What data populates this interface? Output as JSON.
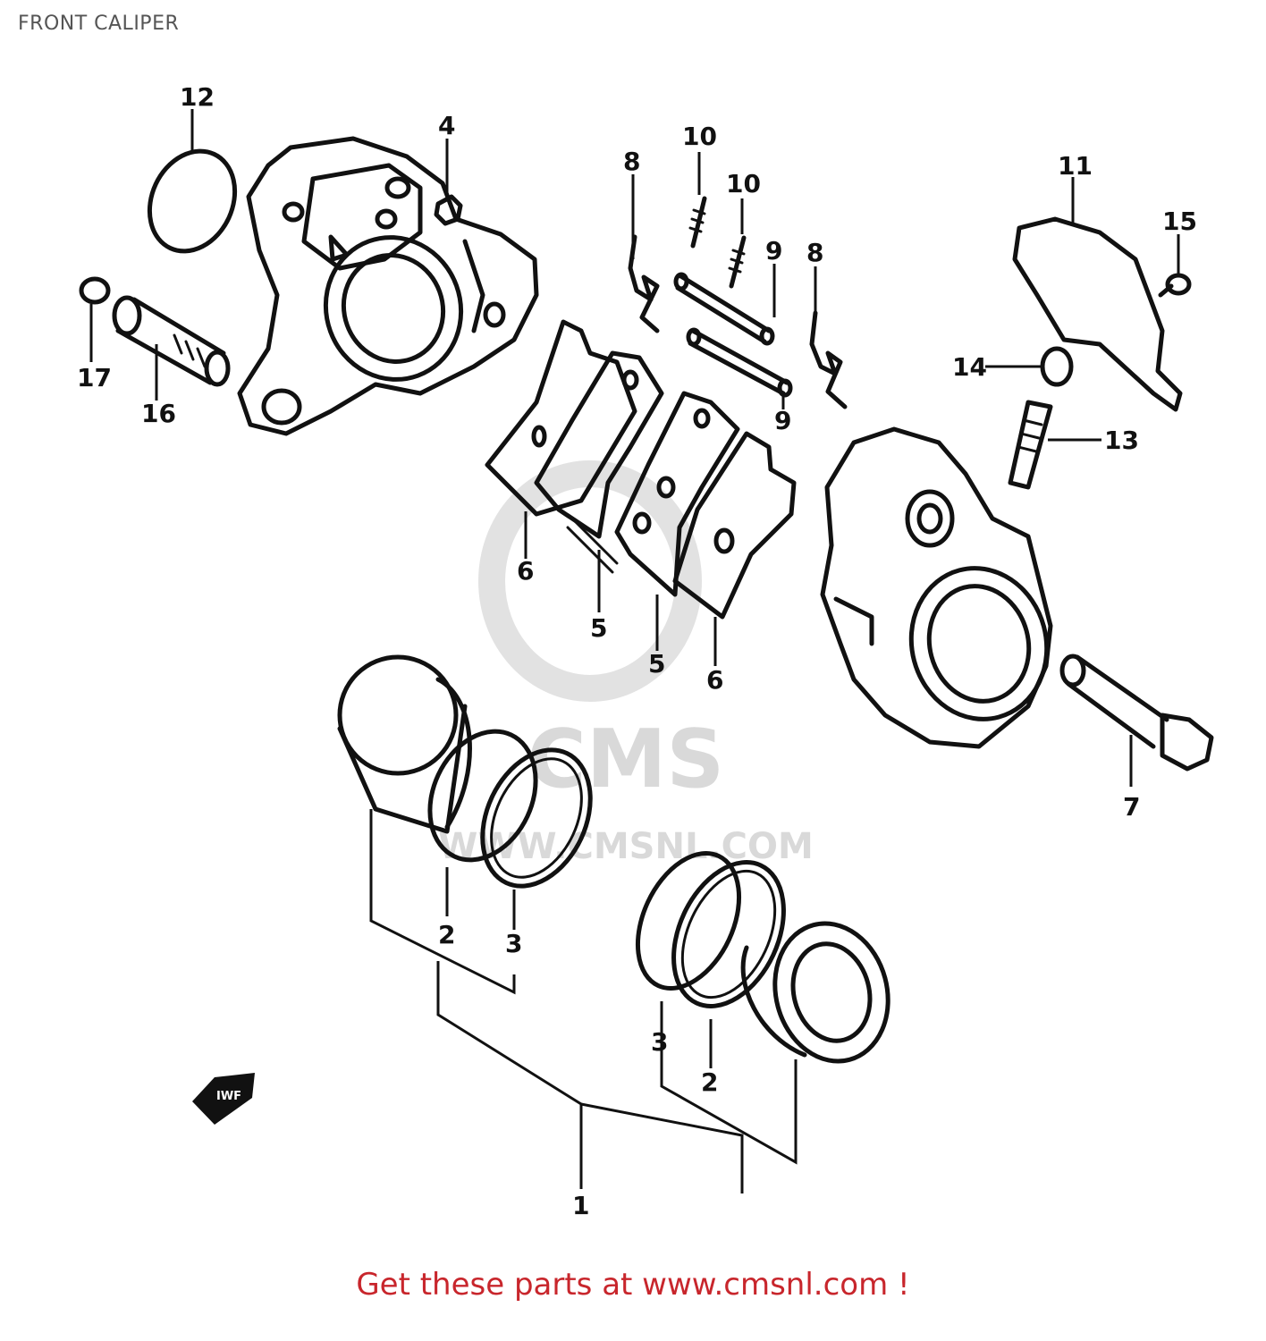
{
  "title": "FRONT CALIPER",
  "watermark": {
    "brand": "CMS",
    "url": "WWW.CMSNL.COM"
  },
  "arrow_badge": "IWF",
  "callouts": {
    "c1": "1",
    "c2a": "2",
    "c2b": "2",
    "c3a": "3",
    "c3b": "3",
    "c4": "4",
    "c5a": "5",
    "c5b": "5",
    "c6a": "6",
    "c6b": "6",
    "c7": "7",
    "c8a": "8",
    "c8b": "8",
    "c9a": "9",
    "c9b": "9",
    "c10a": "10",
    "c10b": "10",
    "c11": "11",
    "c12": "12",
    "c13": "13",
    "c14": "14",
    "c15": "15",
    "c16": "16",
    "c17": "17"
  },
  "footer": "Get these parts at www.cmsnl.com !",
  "colors": {
    "footer": "#c8262c",
    "title": "#555555",
    "line": "#111111",
    "watermark": "#d9d9d9"
  }
}
